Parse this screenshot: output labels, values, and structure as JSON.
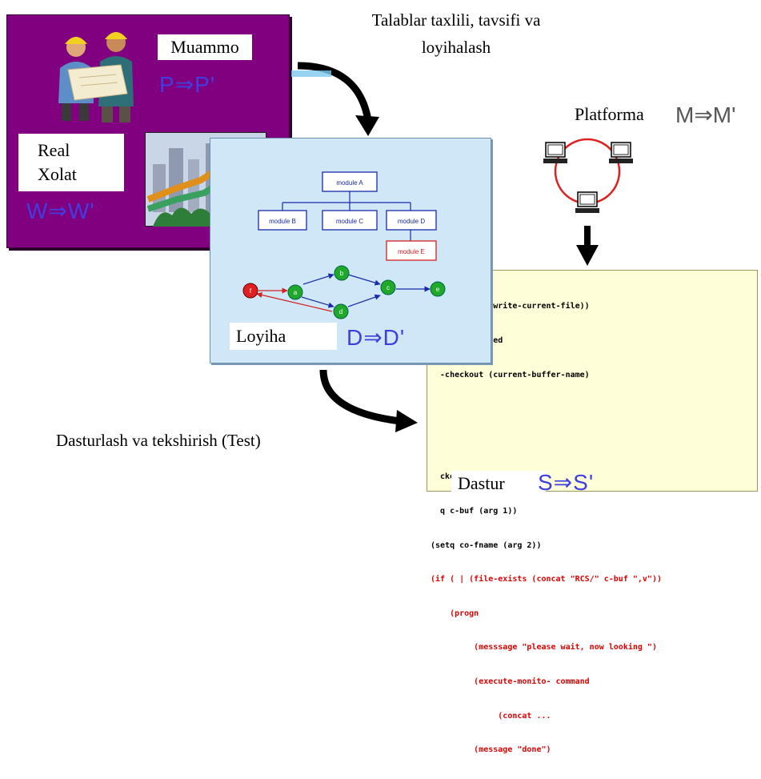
{
  "title_requirements": {
    "line1": "Talablar taxlili, tavsifi va",
    "line2": "loyihalash"
  },
  "problem_slide": {
    "problem_label": "Muammo",
    "problem_formula": "P⇒P'",
    "reality_label_line1": "Real",
    "reality_label_line2": "Xolat",
    "reality_formula": "W⇒W'"
  },
  "platform": {
    "label": "Platforma",
    "formula": "M⇒M'"
  },
  "design_slide": {
    "modules": {
      "a": "module A",
      "b": "module B",
      "c": "module C",
      "d": "module D",
      "e": "module E"
    },
    "nodes": [
      "f",
      "a",
      "b",
      "d",
      "c",
      "e"
    ],
    "label": "Loyiha",
    "formula": "D⇒D'"
  },
  "code_slide": {
    "lines": [
      {
        "text": "  r-occured (write-current-file))",
        "color": "black"
      },
      {
        "text": "  r-is-modified",
        "color": "black"
      },
      {
        "text": "  -checkout (current-buffer-name)",
        "color": "black"
      },
      {
        "text": "",
        "color": "black"
      },
      {
        "text": "",
        "color": "black"
      },
      {
        "text": "  ckout c-buf co-fname",
        "color": "black"
      },
      {
        "text": "  q c-buf (arg 1))",
        "color": "black"
      },
      {
        "text": "(setq co-fname (arg 2))",
        "color": "black"
      },
      {
        "text": "(if ( | (file-exists (concat \"RCS/\" c-buf \",v\"))",
        "color": "red"
      },
      {
        "text": "    (progn",
        "color": "red"
      },
      {
        "text": "         (messsage \"please wait, now looking \")",
        "color": "red"
      },
      {
        "text": "         (execute-monito- command",
        "color": "red"
      },
      {
        "text": "              (concat ...",
        "color": "red"
      },
      {
        "text": "         (message \"done\")",
        "color": "red"
      }
    ],
    "label": "Dastur",
    "formula": "S⇒S'"
  },
  "testing_label": "Dasturlash va tekshirish (Test)"
}
